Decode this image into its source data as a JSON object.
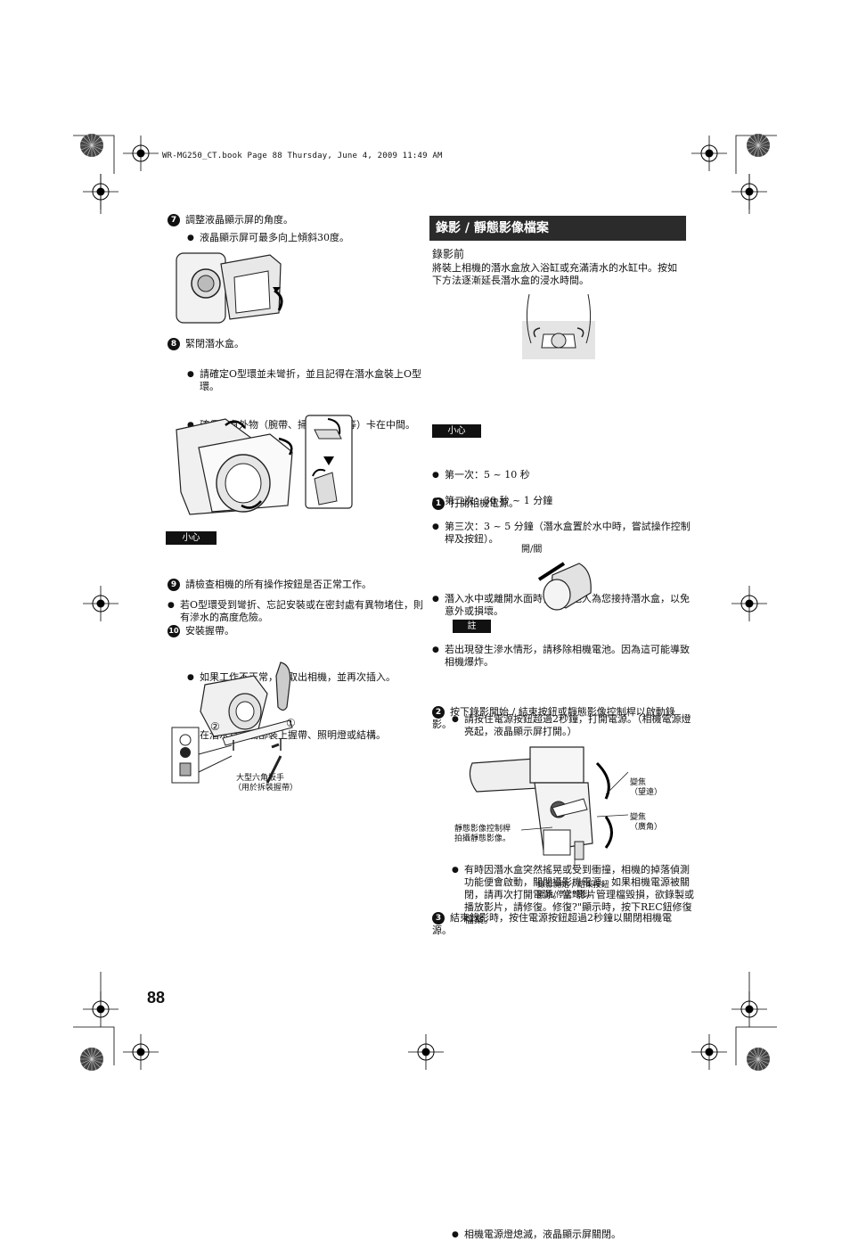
{
  "header": {
    "file_info": "WR-MG250_CT.book  Page 88  Thursday, June 4, 2009  11:49 AM"
  },
  "page_number": "88",
  "left": {
    "step7": {
      "num": "7",
      "text": "調整液晶顯示屏的角度。",
      "bullets": [
        "液晶顯示屏可最多向上傾斜30度。"
      ]
    },
    "step8": {
      "num": "8",
      "text": "緊閉潛水盒。",
      "bullets": [
        "請確定O型環並未彎折，並且記得在潛水盒裝上O型環。",
        "確保沒有外物（腕帶、掃帶、污垢等）卡在中間。"
      ]
    },
    "caution": {
      "label": "小心",
      "bullets": [
        "若O型環受到彎折、忘記安裝或在密封處有異物堵住，則有滲水的高度危險。"
      ]
    },
    "step9": {
      "num": "9",
      "text": "請檢查相機的所有操作按鈕是否正常工作。",
      "bullets": [
        "如果工作不正常，請取出相機，並再次插入。"
      ]
    },
    "step10": {
      "num": "10",
      "text": "安裝握帶。",
      "bullets": [
        "在潛水盒的底部裝上握帶、照明燈或結構。"
      ]
    },
    "grip_figure": {
      "marker1": "①",
      "marker2": "②",
      "caption_line1": "大型六角扳手",
      "caption_line2": "（用於拆裝握帶）"
    }
  },
  "right": {
    "section_title": "錄影 / 靜態影像檔案",
    "before_heading": "錄影前",
    "before_text": "將裝上相機的潛水盒放入浴缸或充滿清水的水缸中。按如下方法逐漸延長潛水盒的浸水時間。",
    "times": [
      "第一次：5 ~ 10 秒",
      "第二次：30 秒 ~ 1 分鐘",
      "第三次：3 ~ 5 分鐘（潛水盒置於水中時，嘗試操作控制桿及按鈕）。"
    ],
    "caution": {
      "label": "小心",
      "bullets": [
        "潛入水中或離開水面時，請由他人為您接持潛水盒，以免意外或損壞。",
        "若出現發生滲水情形，請移除相機電池。因為這可能導致相機爆炸。"
      ]
    },
    "step1": {
      "num": "1",
      "text": "打開相機電源。",
      "bullets": [
        "請按住電源按鈕超過2秒鐘，打開電源。（相機電源燈亮起，液晶顯示屏打開。）"
      ]
    },
    "power_label": "開/關",
    "note": {
      "label": "註",
      "bullets": [
        "有時因潛水盒突然搖晃或受到衝撞，相機的掉落偵測功能便會啟動，關閉攝影機電源。如果相機電源被關閉，請再次打開電源。當\"影片管理檔毀損，欲錄製或播放影片，請修復。修復?\"顯示時，按下REC鈕修復檔案。"
      ]
    },
    "step2": {
      "num": "2",
      "text": "按下錄影開始 / 結束按鈕或靜態影像控制桿以啟動錄影。"
    },
    "camera_labels": {
      "zoom_tele_1": "變焦",
      "zoom_tele_2": "（望遠）",
      "zoom_wide_1": "變焦",
      "zoom_wide_2": "（廣角）",
      "still_1": "靜態影像控制桿",
      "still_2": "拍攝靜態影像。",
      "rec_1": "錄影開始 / 結束按鈕",
      "rec_2": "開始/停止錄影。"
    },
    "step3": {
      "num": "3",
      "text": "結束錄影時，按住電源按鈕超過2秒鐘以關閉相機電源。",
      "bullets": [
        "相機電源燈熄滅，液晶顯示屏關閉。"
      ]
    }
  }
}
